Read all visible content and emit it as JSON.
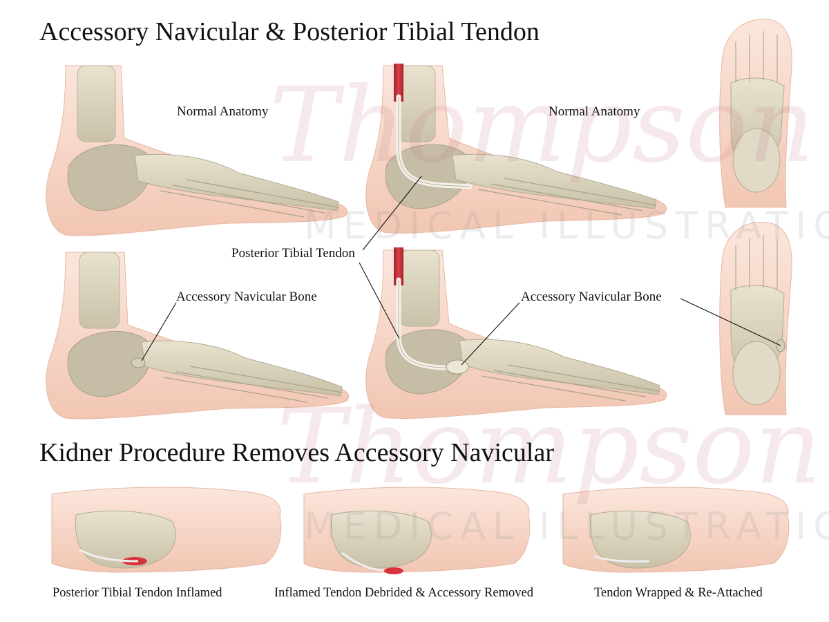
{
  "headings": {
    "top": "Accessory Navicular & Posterior Tibial Tendon",
    "bottom": "Kidner Procedure Removes Accessory Navicular"
  },
  "labels": {
    "normal_anatomy_left": "Normal Anatomy",
    "normal_anatomy_right": "Normal Anatomy",
    "posterior_tibial_tendon": "Posterior Tibial Tendon",
    "accessory_navicular_left": "Accessory Navicular Bone",
    "accessory_navicular_right": "Accessory Navicular Bone"
  },
  "captions": [
    "Posterior Tibial Tendon Inflamed",
    "Inflamed Tendon Debrided & Accessory Removed",
    "Tendon Wrapped & Re-Attached"
  ],
  "watermark": {
    "script": "Thompson",
    "caps": "MEDICAL ILLUSTRATION"
  },
  "colors": {
    "skin": "#f6d3c4",
    "skin_edge": "#e7b7a3",
    "bone": "#ddd6c0",
    "bone_shadow": "#b9b19a",
    "tendon": "#f3f1ea",
    "muscle": "#c8303a",
    "inflamed": "#d8323f"
  }
}
